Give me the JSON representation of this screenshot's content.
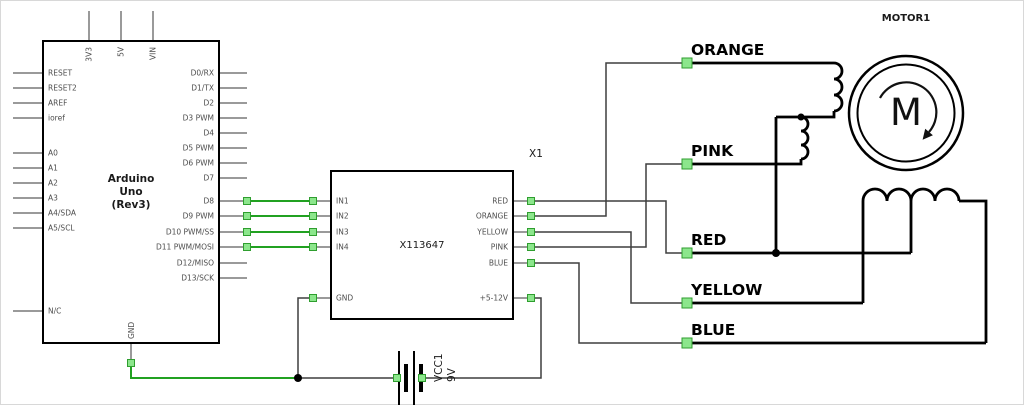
{
  "schematic": {
    "arduino": {
      "title_lines": [
        "Arduino",
        "Uno",
        "(Rev3)"
      ],
      "top_pins": [
        "3V3",
        "5V",
        "VIN"
      ],
      "bottom_pins": [
        "GND"
      ],
      "left_pins": [
        "RESET",
        "RESET2",
        "AREF",
        "ioref",
        "A0",
        "A1",
        "A2",
        "A3",
        "A4/SDA",
        "A5/SCL",
        "N/C"
      ],
      "right_pins": [
        "D0/RX",
        "D1/TX",
        "D2",
        "D3 PWM",
        "D4",
        "D5 PWM",
        "D6 PWM",
        "D7",
        "D8",
        "D9 PWM",
        "D10 PWM/SS",
        "D11 PWM/MOSI",
        "D12/MISO",
        "D13/SCK"
      ]
    },
    "driver": {
      "ref": "X1",
      "part": "X113647",
      "left_pins": [
        "IN1",
        "IN2",
        "IN3",
        "IN4",
        "GND"
      ],
      "right_pins": [
        "RED",
        "ORANGE",
        "YELLOW",
        "PINK",
        "BLUE",
        "+5-12V"
      ]
    },
    "motor": {
      "ref": "MOTOR1",
      "symbol": "M"
    },
    "battery": {
      "ref": "VCC1",
      "voltage": "9V"
    },
    "net_labels": [
      "ORANGE",
      "PINK",
      "RED",
      "YELLOW",
      "BLUE"
    ],
    "colors": {
      "pad": "#8CE68C",
      "pad_border": "#2F9E2F",
      "wire_green": "#21A121",
      "wire_dark": "#3F3F3F",
      "thick_wire": "#000000"
    }
  }
}
